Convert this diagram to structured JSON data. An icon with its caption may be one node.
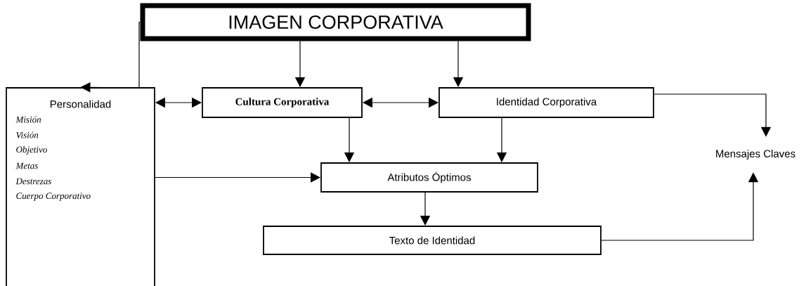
{
  "diagram": {
    "nodes": [
      {
        "text": [
          "IMAGEN CORPORATIVA"
        ]
      },
      {
        "text": [
          "Personalidad",
          "Misión",
          "Visión",
          "Objetivo",
          "Metas",
          "Destrezas",
          "Cuerpo Corporativo"
        ]
      },
      {
        "text": [
          "Cultura Corporativa"
        ]
      },
      {
        "text": [
          "Identidad Corporativa"
        ]
      },
      {
        "text": [
          "Mensajes Claves"
        ]
      },
      {
        "text": [
          "Atributos Óptimos"
        ]
      },
      {
        "text": [
          "Texto de Identidad"
        ]
      }
    ],
    "edges": [
      {
        "from": 0,
        "to": 1,
        "arrow": "to"
      },
      {
        "from": 0,
        "to": 2,
        "arrow": "to"
      },
      {
        "from": 0,
        "to": 3,
        "arrow": "to"
      },
      {
        "from": 1,
        "to": 2,
        "arrow": "both"
      },
      {
        "from": 2,
        "to": 3,
        "arrow": "both"
      },
      {
        "from": 3,
        "to": 4,
        "arrow": "to"
      },
      {
        "from": 2,
        "to": 5,
        "arrow": "to"
      },
      {
        "from": 3,
        "to": 5,
        "arrow": "to"
      },
      {
        "from": 1,
        "to": 5,
        "arrow": "to"
      },
      {
        "from": 5,
        "to": 6,
        "arrow": "to"
      },
      {
        "from": 6,
        "to": 4,
        "arrow": "to"
      }
    ]
  }
}
